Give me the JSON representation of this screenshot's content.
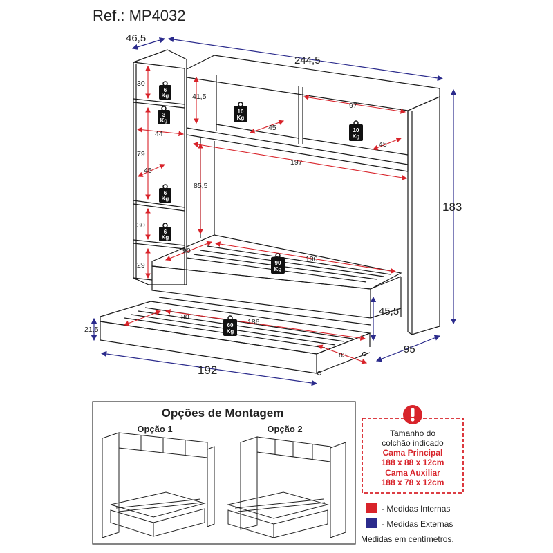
{
  "reference": "Ref.: MP4032",
  "colors": {
    "internal": "#d8232a",
    "external": "#2b2b8c",
    "line": "#1a1a1a"
  },
  "external_dimensions": {
    "module_depth": "46,5",
    "total_width": "244,5",
    "total_height": "183",
    "depth": "95",
    "bed_height": "45,5",
    "aux_width": "192",
    "aux_height": "21,5"
  },
  "internal_dimensions": {
    "shelf_top": "30",
    "shelf_mid": "79",
    "shelf_low": "30",
    "shelf_bottom": "29",
    "shelf_width": "44",
    "shelf_depth_1": "45",
    "niche_height": "41,5",
    "niche_width": "97",
    "niche_depth_1": "45",
    "niche_depth_2": "45",
    "panel_width": "197",
    "panel_height": "85,5",
    "bed_width": "90",
    "bed_length": "190",
    "aux_width": "80",
    "aux_length": "186",
    "aux_depth": "83"
  },
  "weights": {
    "shelf_1": {
      "value": "6",
      "unit": "Kg"
    },
    "shelf_2": {
      "value": "3",
      "unit": "Kg"
    },
    "shelf_3": {
      "value": "6",
      "unit": "Kg"
    },
    "shelf_4": {
      "value": "6",
      "unit": "Kg"
    },
    "niche_1": {
      "value": "10",
      "unit": "Kg"
    },
    "niche_2": {
      "value": "10",
      "unit": "Kg"
    },
    "main_bed": {
      "value": "90",
      "unit": "Kg"
    },
    "aux_bed": {
      "value": "60",
      "unit": "Kg"
    }
  },
  "assembly": {
    "title": "Opções de Montagem",
    "option_1": "Opção 1",
    "option_2": "Opção 2"
  },
  "mattress_note": {
    "line1": "Tamanho do",
    "line2": "colchão indicado",
    "main_label": "Cama Principal",
    "main_size": "188 x 88 x 12cm",
    "aux_label": "Cama Auxiliar",
    "aux_size": "188 x 78 x 12cm"
  },
  "legend": {
    "internal": "- Medidas Internas",
    "external": "- Medidas Externas",
    "units": "Medidas em centímetros."
  }
}
